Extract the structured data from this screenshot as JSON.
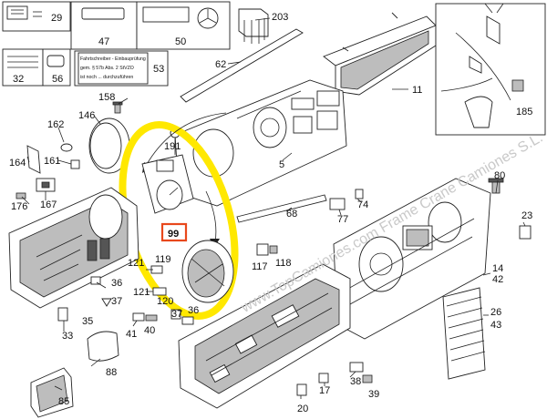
{
  "legend_labels": [
    {
      "id": "29",
      "text": "29"
    },
    {
      "id": "47",
      "text": "47"
    },
    {
      "id": "50",
      "text": "50"
    },
    {
      "id": "32",
      "text": "32"
    },
    {
      "id": "56",
      "text": "56"
    },
    {
      "id": "53",
      "text": "53"
    }
  ],
  "note_lines": [
    "Fahrtschreiber - Einbauprüfung",
    "gem. § 57b Abs. 2 StVZO",
    "ist noch ... durchzuführen"
  ],
  "highlighted_part": "99",
  "watermark": "www.TopCamiones.com  Frame Crane Camiones S.L.",
  "part_labels": {
    "l203": "203",
    "l62": "62",
    "l11": "11",
    "l185": "185",
    "l158": "158",
    "l146": "146",
    "l162": "162",
    "l191": "191",
    "l5": "5",
    "l164": "164",
    "l161": "161",
    "l176": "176",
    "l167": "167",
    "l68": "68",
    "l77": "77",
    "l74": "74",
    "l80": "80",
    "l23": "23",
    "l121a": "121",
    "l119": "119",
    "l117": "117",
    "l118": "118",
    "l36a": "36",
    "l37a": "37",
    "l121b": "121",
    "l120": "120",
    "l37b": "37",
    "l36b": "36",
    "l35": "35",
    "l41": "41",
    "l40": "40",
    "l33": "33",
    "l14": "14",
    "l42": "42",
    "l26": "26",
    "l43": "43",
    "l88": "88",
    "l85": "85",
    "l20": "20",
    "l17": "17",
    "l38": "38",
    "l39": "39"
  },
  "colors": {
    "highlight": "#ffe800",
    "callout_box": "#e8481c"
  }
}
